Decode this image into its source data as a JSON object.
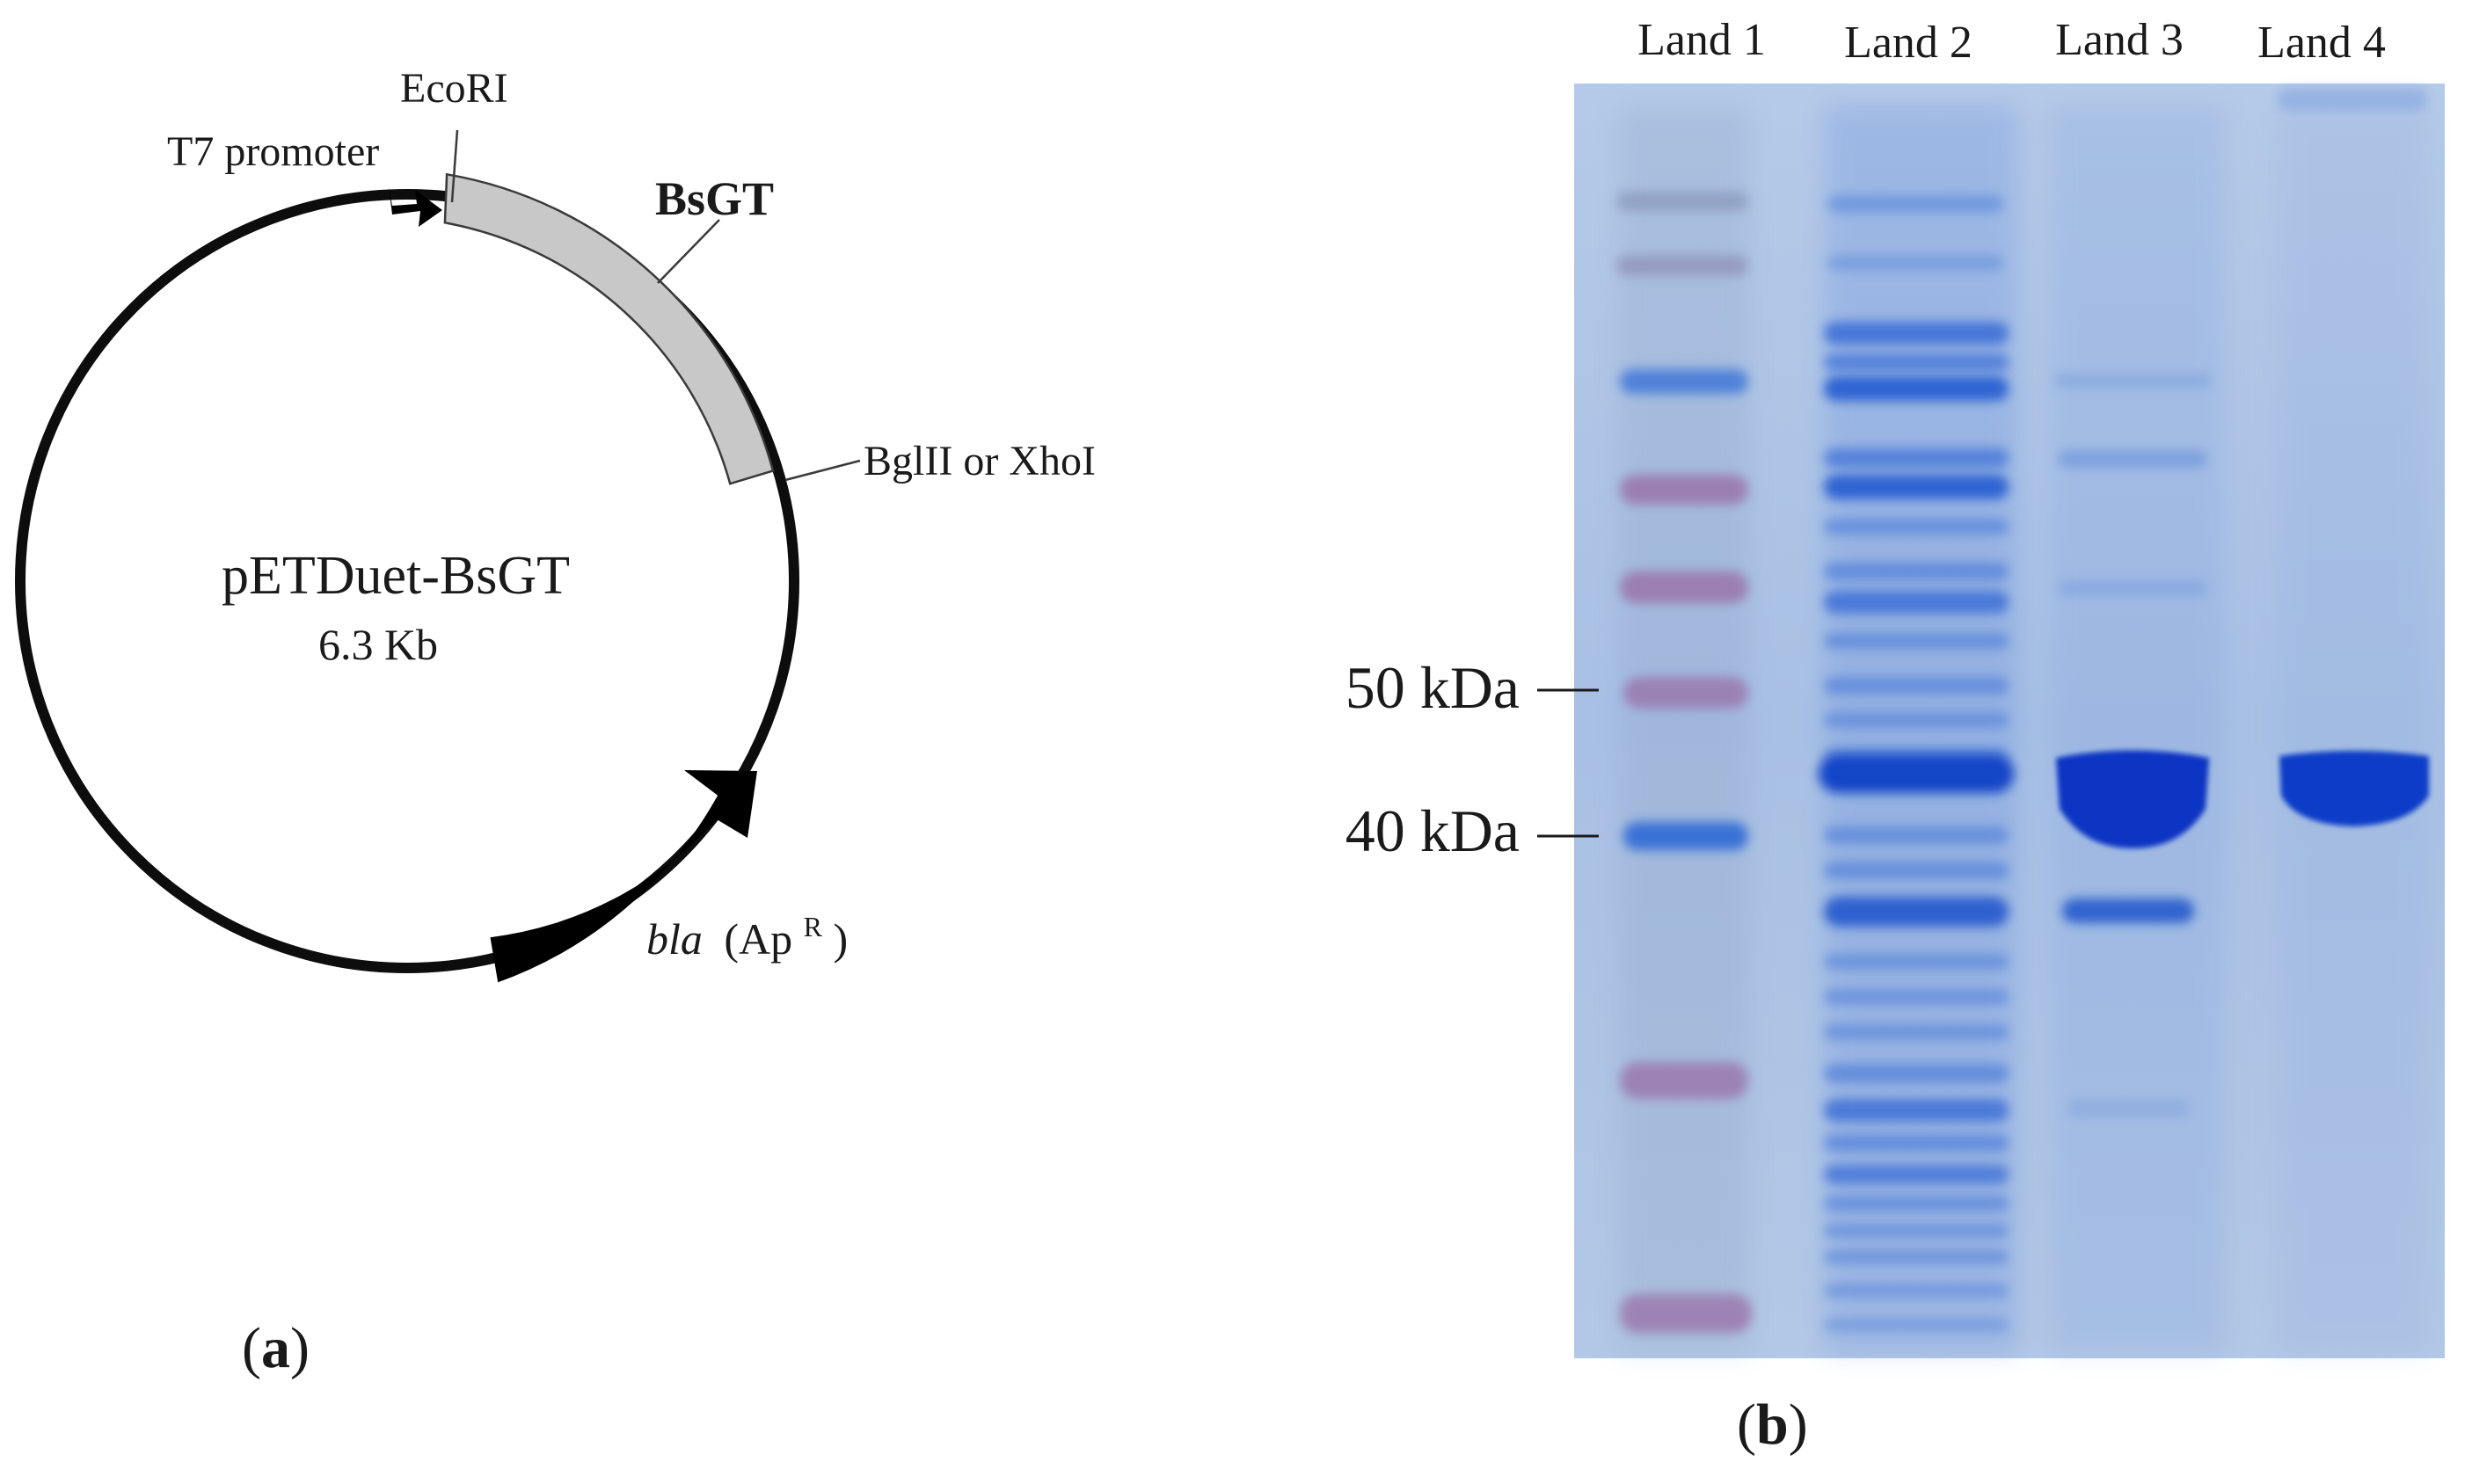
{
  "plasmid": {
    "name": "pETDuet-BsGT",
    "size": "6.3 Kb",
    "labels": {
      "ecori": "EcoRI",
      "t7_promoter": "T7 promoter",
      "bsgt": "BsGT",
      "bglii_xhoi": "BglII or XhoI",
      "bla_gene": "bla",
      "bla_marker": "(Ap",
      "bla_sup": "R",
      "bla_close": ")"
    },
    "colors": {
      "backbone": "#0d0d0d",
      "bsgt_fill": "#c8c8c8",
      "bla_fill": "#000000"
    }
  },
  "panel_a_label": {
    "open": "(",
    "letter": "a",
    "close": ")"
  },
  "gel": {
    "lanes": [
      "Land 1",
      "Land 2",
      "Land 3",
      "Land 4"
    ],
    "markers": [
      "50 kDa",
      "40 kDa"
    ],
    "colors": {
      "background": "#a3bde2",
      "stain": "#1f4fd0",
      "ladder_purple": "#9a6fa8"
    }
  },
  "panel_b_label": {
    "open": "(",
    "letter": "b",
    "close": ")"
  }
}
